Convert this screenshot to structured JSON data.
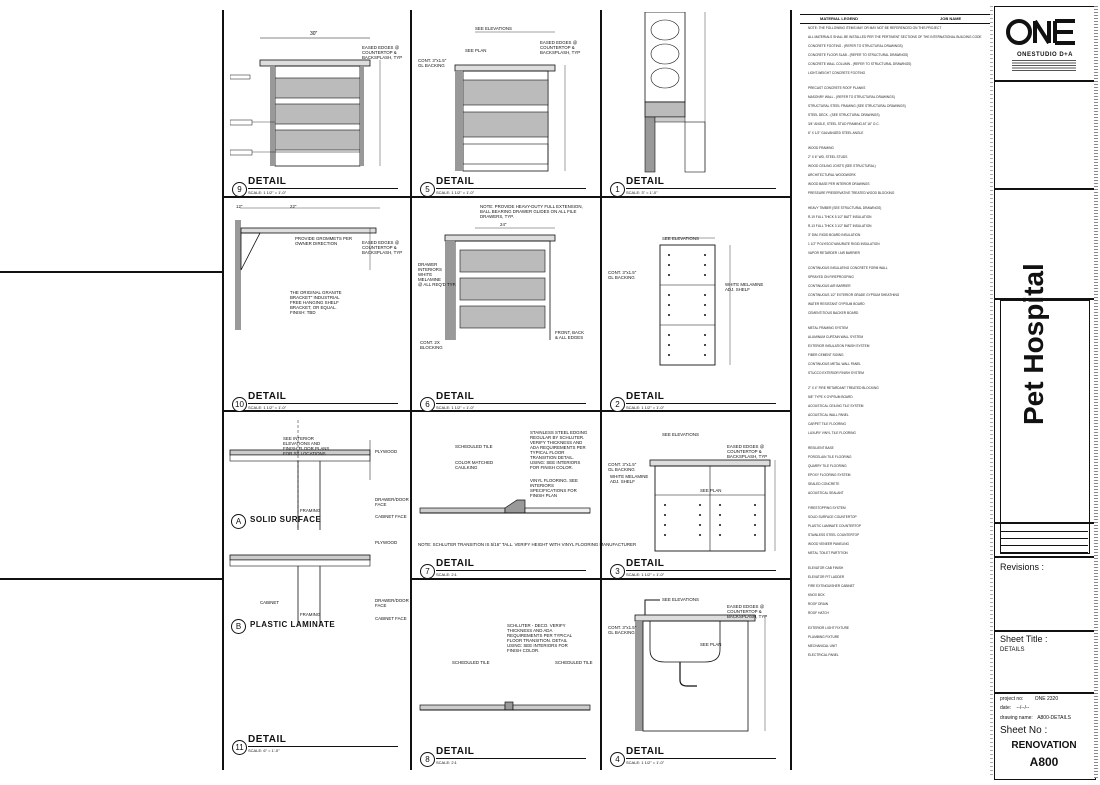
{
  "details": [
    {
      "num": "9",
      "label": "DETAIL",
      "scale": "SCALE: 1 1/2\" = 1'-0\""
    },
    {
      "num": "5",
      "label": "DETAIL",
      "scale": "SCALE: 1 1/2\" = 1'-0\""
    },
    {
      "num": "1",
      "label": "DETAIL",
      "scale": "SCALE: 3\" = 1'-0\""
    },
    {
      "num": "10",
      "label": "DETAIL",
      "scale": "SCALE: 1 1/2\" = 1'-0\""
    },
    {
      "num": "6",
      "label": "DETAIL",
      "scale": "SCALE: 1 1/2\" = 1'-0\""
    },
    {
      "num": "2",
      "label": "DETAIL",
      "scale": "SCALE: 1 1/2\" = 1'-0\""
    },
    {
      "num": "7",
      "label": "DETAIL",
      "scale": "SCALE: 2:1"
    },
    {
      "num": "3",
      "label": "DETAIL",
      "scale": "SCALE: 1 1/2\" = 1'-0\""
    },
    {
      "num": "11",
      "label": "DETAIL",
      "scale": "SCALE: 6\" = 1'-0\""
    },
    {
      "num": "8",
      "label": "DETAIL",
      "scale": "SCALE: 2:1"
    },
    {
      "num": "4",
      "label": "DETAIL",
      "scale": "SCALE: 1 1/2\" = 1'-0\""
    }
  ],
  "sub_details": {
    "a": {
      "letter": "A",
      "label": "SOLID SURFACE"
    },
    "b": {
      "letter": "B",
      "label": "PLASTIC LAMINATE"
    }
  },
  "notes": {
    "see_elevations": "SEE ELEVATIONS",
    "see_plan": "SEE PLAN",
    "eased_edges": "EASED EDGES @\nCOUNTERTOP &\nBACKSPLASH, TYP",
    "cont_gl_backing": "CONT. 3\"x1.5\"\nGL BACKING",
    "white_melamine": "WHITE MELAMINE\nADJ. SHELF",
    "grommets": "PROVIDE GROMMETS PER\nOWNER DIRECTION",
    "original_granite": "THE ORIGINAL GRANITE\nBRACKET\" INDUSTRIAL\nFREE HANGING SHELF\nBRACKET, OR EQUAL.\nFINISH: TBD",
    "heavy_duty": "NOTE: PROVIDE HEAVY-DUTY FULL EXTENSION,\nBALL BEARING DRAWER GLIDES ON ALL FILE\nDRAWERS, TYP.",
    "scheduled_tile": "SCHEDULED TILE",
    "color_matched": "COLOR MATCHED\nCAULKING",
    "stainless_strip": "STAINLESS STEEL EDGING\nREGULAR BY SCHLUTER.\nVERIFY THICKNESS AND\nADA REQUIREMENTS PER\nTYPICAL FLOOR\nTRANSITION DETAIL.\nUSING: SEE INTERIORS\nFOR FINISH COLOR.",
    "vinyl_flooring": "VINYL FLOORING. SEE\nINTERIORS\nSPECIFICATIONS FOR\nFINISH PLAN",
    "schluter_note": "NOTE: SCHLUTER TRANSITION IS 5/16\" TALL. VERIFY HEIGHT WITH VINYL FLOORING MANUFACTURER",
    "schluter_deco": "SCHLUTER - DECO. VERIFY\nTHICKNESS AND ADA\nREQUIREMENTS PER TYPICAL\nFLOOR TRANSITION. DETAIL\nUSING: SEE INTERIORS FOR\nFINISH COLOR.",
    "plywood": "PLYWOOD",
    "drawer_face": "DRAWER/DOOR\nFACE",
    "cabinet_face": "CABINET FACE",
    "framing": "FRAMING",
    "cabinet": "CABINET",
    "see_interior": "SEE INTERIOR\nELEVATIONS AND\nFINISH FLOOR PLANS\nFOR SS LOCATIONS",
    "cont_2x_blocking": "CONT. 2X\nBLOCKING",
    "drawer_interiors": "DRAWER\nINTERIORS\nWHITE\nMELAMINE\n@ ALL REQ'D TYP.",
    "front_back": "FRONT, BACK\n& ALL EDGES",
    "dim_30": "30\"",
    "dim_24": "24\"",
    "dim_12": "12\"",
    "dim_22": "22\""
  },
  "legend": {
    "title_left": "MATERIAL LEGEND",
    "title_right": "JOB NAME",
    "lines": [
      "NOTE: THE FOLLOWING ITEMS MAY OR MAY NOT BE REFERENCED ON THIS PROJECT",
      "ALL MATERIALS SHALL BE INSTALLED PER THE PERTINENT SECTIONS OF THE INTERNATIONAL BUILDING CODE",
      "CONCRETE FOOTING - (REFER TO STRUCTURAL DRAWINGS)",
      "CONCRETE FLOOR SLAB - (REFER TO STRUCTURAL DRAWINGS)",
      "CONCRETE WALL COLUMN - (REFER TO STRUCTURAL DRAWINGS)",
      "LIGHT-WEIGHT CONCRETE FOOTING",
      "PRECAST CONCRETE ROOF PLANKS",
      "MASONRY WALL - (REFER TO STRUCTURAL DRAWINGS)",
      "STRUCTURAL STEEL FRAMING (SEE STRUCTURAL DRAWINGS)",
      "STEEL DECK - (SEE STRUCTURAL DRAWINGS)",
      "3/4\" ANGLE, STEEL STUD FRAMING AT 16\" O.C.",
      "6\" X 1/2\" GALVANIZED STEEL ANGLE",
      "WOOD FRAMING",
      "2\" X 6\" WD. STEEL STUDS",
      "WOOD CEILING JOISTS (SEE STRUCTURAL)",
      "ARCHITECTURAL WOODWORK",
      "WOOD BASE PER INTERIOR DRAWINGS",
      "PRESSURE PRESERVATIVE TREATED WOOD BLOCKING",
      "HEAVY TIMBER (SEE STRUCTURAL DRAWINGS)",
      "R-19 FULL THICK 5 1/2\" BATT INSULATION",
      "R-13 FULL THICK 3 1/2\" BATT INSULATION",
      "3\" DIM. RIGID BOARD INSULATION",
      "1 1/2\" POLYISOCYANURATE RIGID INSULATION",
      "VAPOR RETARDER / AIR BARRIER",
      "CONTINUOUS INSULATING CONCRETE FORM WALL",
      "SPRAYED ON FIREPROOFING",
      "CONTINUOUS AIR BARRIER",
      "CONTINUOUS 1/2\" EXTERIOR GRADE GYPSUM SHEATHING",
      "WATER RESISTANT GYPSUM BOARD",
      "CEMENTITIOUS BACKER BOARD",
      "METAL FRAMING SYSTEM",
      "ALUMINUM CURTAIN WALL SYSTEM",
      "EXTERIOR INSULATION FINISH SYSTEM",
      "FIBER CEMENT SIDING",
      "CONTINUOUS METAL WALL PANEL",
      "STUCCO EXTERIOR FINISH SYSTEM",
      "2\" X 4\" FIRE RETARDANT TREATED BLOCKING",
      "5/8\" TYPE X GYPSUM BOARD",
      "ACOUSTICAL CEILING TILE SYSTEM",
      "ACOUSTICAL WALL PANEL",
      "CARPET TILE FLOORING",
      "LUXURY VINYL TILE FLOORING",
      "RESILIENT BASE",
      "PORCELAIN TILE FLOORING",
      "QUARRY TILE FLOORING",
      "EPOXY FLOORING SYSTEM",
      "SEALED CONCRETE",
      "ACOUSTICAL SEALANT",
      "FIRESTOPPING SYSTEM",
      "SOLID SURFACE COUNTERTOP",
      "PLASTIC LAMINATE COUNTERTOP",
      "STAINLESS STEEL COUNTERTOP",
      "WOOD VENEER PANELING",
      "METAL TOILET PARTITION",
      "ELEVATOR CAB FINISH",
      "ELEVATOR PIT LADDER",
      "FIRE EXTINGUISHER CABINET",
      "KNOX BOX",
      "ROOF DRAIN",
      "ROOF HATCH",
      "EXTERIOR LIGHT FIXTURE",
      "PLUMBING FIXTURE",
      "MECHANICAL UNIT",
      "ELECTRICAL PANEL"
    ]
  },
  "title_block": {
    "firm_line": "ONESTUDIO D+A",
    "project_name": "Pet Hospital",
    "revisions_label": "Revisions :",
    "sheet_title_label": "Sheet Title :",
    "sheet_title": "DETAILS",
    "project_no_label": "project no:",
    "project_no": "ONE 2320",
    "date_label": "date:",
    "date": "--/--/--",
    "drawing_name_label": "drawing name:",
    "drawing_name": "A800-DETAILS",
    "sheet_no_label": "Sheet No :",
    "sheet_no_line1": "RENOVATION",
    "sheet_no_line2": "A800"
  }
}
